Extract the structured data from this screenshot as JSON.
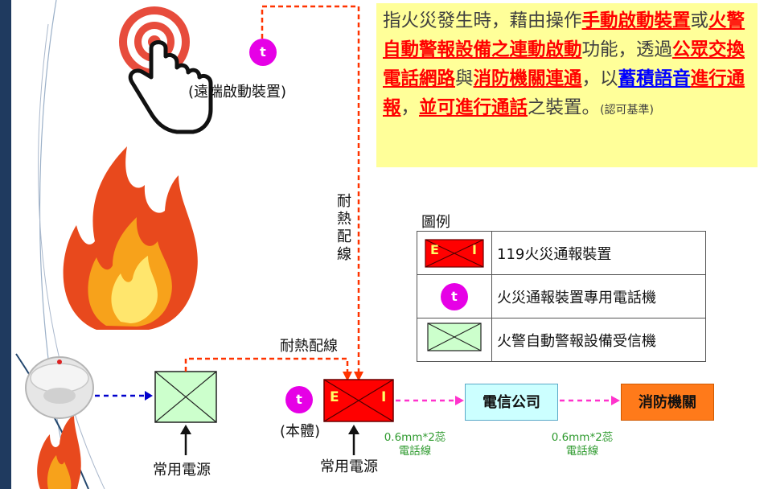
{
  "callout": {
    "p1": "指火災發生時，藉由操作",
    "h1": "手動啟動裝置",
    "p2": "或",
    "h2": "火警自動警報設備之連動啟動",
    "p3": "功能，透過",
    "h3": "公眾交換電話網路",
    "p4": "與",
    "h4": "消防機關連通",
    "p5": "，以",
    "h5a": "蓄積語音",
    "h5b": "進行通報",
    "p6": "，",
    "h6": "並可進行通話",
    "p7": "之裝置。",
    "note": "(認可基準)"
  },
  "remote": {
    "badge": "t",
    "label": "(遠端啟動裝置)"
  },
  "wiring_vertical": [
    "耐",
    "熱",
    "配",
    "線"
  ],
  "wiring_horizontal": "耐熱配線",
  "main_unit": {
    "badge": "t",
    "label": "(本體)",
    "e": "E",
    "i": "I"
  },
  "power_left": "常用電源",
  "power_main": "常用電源",
  "telecom": "電信公司",
  "fire_dept": "消防機關",
  "cable_1": [
    "0.6mm*2蕊",
    "電話線"
  ],
  "cable_2": [
    "0.6mm*2蕊",
    "電話線"
  ],
  "legend": {
    "title": "圖例",
    "rows": [
      {
        "icon": "ei-device-icon",
        "e": "E",
        "i": "I",
        "label": "119火災通報裝置"
      },
      {
        "icon": "t-phone-icon",
        "badge": "t",
        "label": "火災通報裝置專用電話機"
      },
      {
        "icon": "receiver-icon",
        "label": "火警自動警報設備受信機"
      }
    ]
  },
  "colors": {
    "callout_bg": "#ffff99",
    "highlight_red": "#ff0000",
    "highlight_blue": "#0000ff",
    "badge": "#e600e6",
    "device_red": "#ff0000",
    "receiver_green": "#ccffcc",
    "telecom_box": "#ccffff",
    "fire_box": "#ff7a1a",
    "heat_wire": "#ff3300",
    "phone_line": "#ff33cc",
    "detector_line": "#0000cc",
    "sidebar": "#1f3a5f"
  }
}
